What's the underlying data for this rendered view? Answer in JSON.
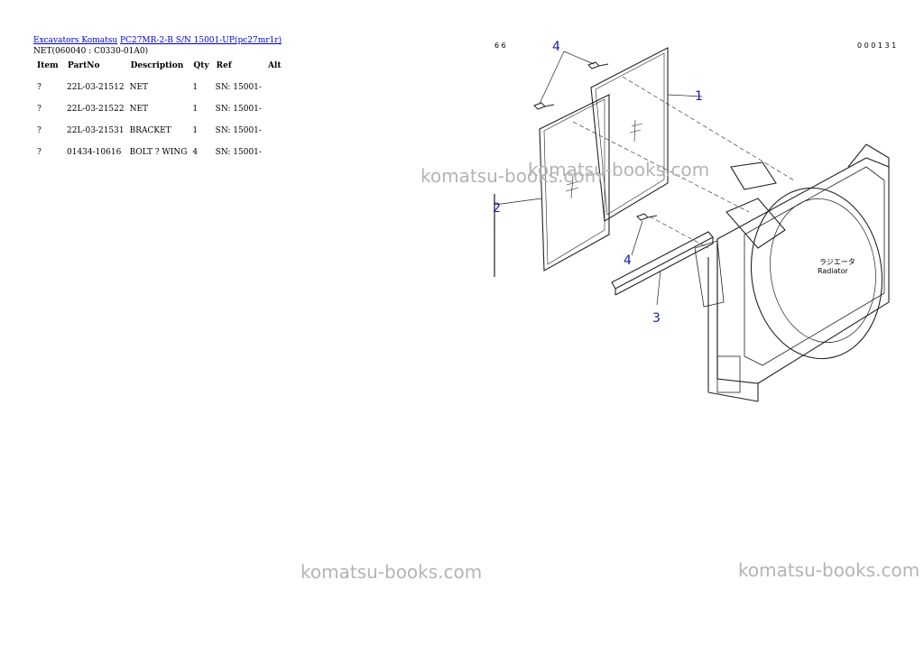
{
  "breadcrumb": {
    "link1": "Excavators Komatsu",
    "link2": "PC27MR-2-B S/N 15001-UP(pc27mr1r)"
  },
  "subtitle": "NET(060040 : C0330-01A0)",
  "table": {
    "headers": [
      "Item",
      "PartNo",
      "Description",
      "Qty",
      "Ref",
      "Alt"
    ],
    "rows": [
      [
        "?",
        "22L-03-21512",
        "NET",
        "1",
        "SN: 15001-",
        ""
      ],
      [
        "?",
        "22L-03-21522",
        "NET",
        "1",
        "SN: 15001-",
        ""
      ],
      [
        "?",
        "22L-03-21531",
        "BRACKET",
        "1",
        "SN: 15001-",
        ""
      ],
      [
        "?",
        "01434-10616",
        "BOLT ? WING",
        "4",
        "SN: 15001-",
        ""
      ]
    ]
  },
  "diagram": {
    "callouts": [
      "4",
      "1",
      "2",
      "4",
      "3"
    ],
    "radiator_jp": "ラジエータ",
    "radiator_en": "Radiator",
    "corner_left": "6 6",
    "corner_right": "0 0 0 1 3 1"
  },
  "watermarks": [
    "komatsu-books.com",
    "komatsu-books.com",
    "komatsu-books.com",
    "komatsu-books.com"
  ]
}
